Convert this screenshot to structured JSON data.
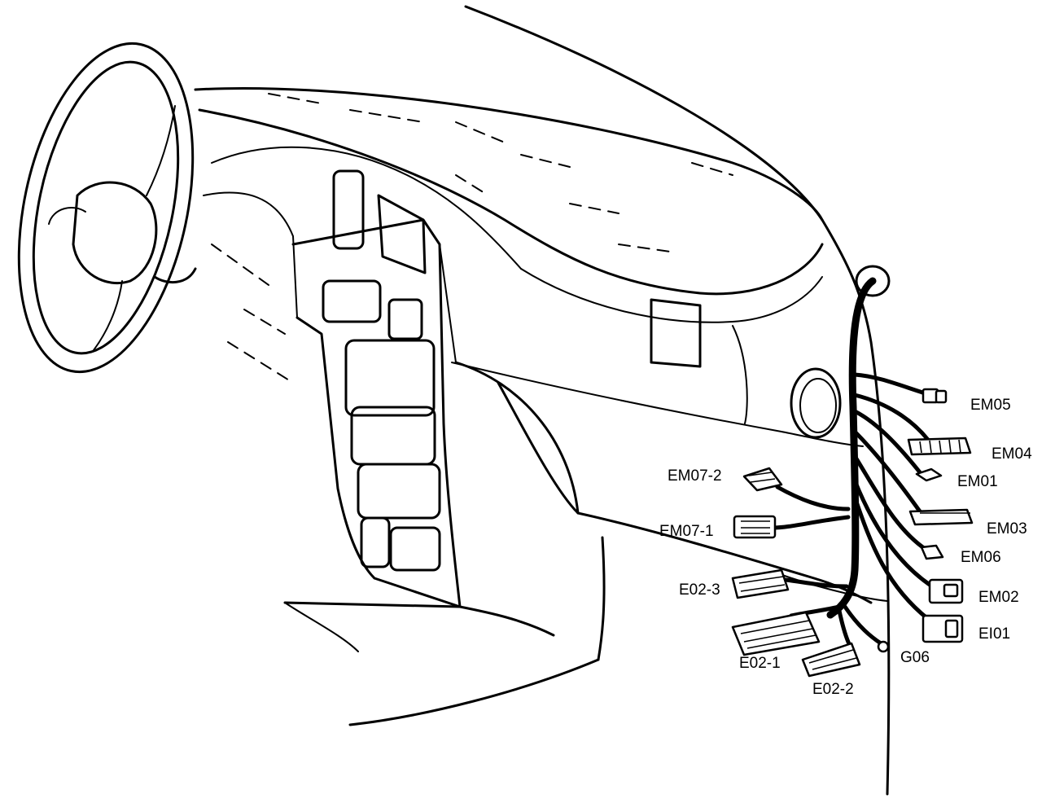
{
  "diagram": {
    "labels": {
      "em05": "EM05",
      "em04": "EM04",
      "em01": "EM01",
      "em03": "EM03",
      "em06": "EM06",
      "em02": "EM02",
      "ei01": "EI01",
      "em07_2": "EM07-2",
      "em07_1": "EM07-1",
      "e02_3": "E02-3",
      "e02_1": "E02-1",
      "e02_2": "E02-2",
      "g06": "G06"
    }
  }
}
